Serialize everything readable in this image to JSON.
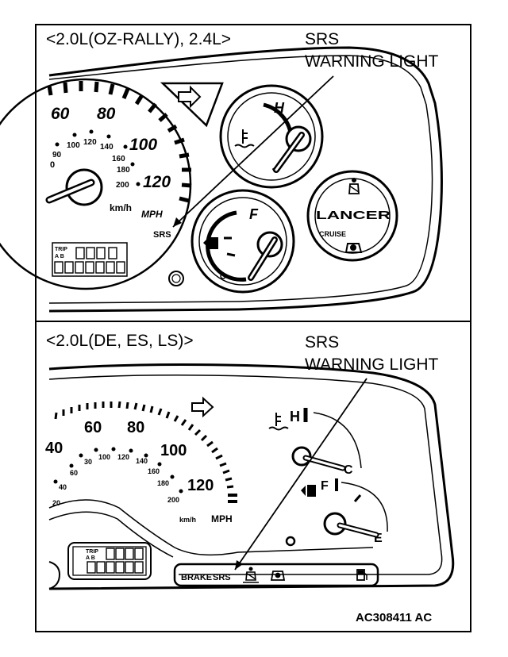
{
  "top_panel": {
    "variant": "<2.0L(OZ-RALLY), 2.4L>",
    "callout_line1": "SRS",
    "callout_line2": "WARNING LIGHT",
    "speedo_labels": [
      "60",
      "80",
      "100",
      "120",
      "90",
      "100",
      "120",
      "140",
      "160",
      "180",
      "200",
      "0",
      "km/h",
      "MPH"
    ],
    "srs_text": "SRS",
    "trip_text": "TRIP",
    "trip_ab": "A B",
    "temp_h": "H",
    "fuel_f": "F",
    "brand": "LANCER",
    "cruise": "CRUISE"
  },
  "bottom_panel": {
    "variant": "<2.0L(DE, ES, LS)>",
    "callout_line1": "SRS",
    "callout_line2": "WARNING LIGHT",
    "speedo_labels": [
      "60",
      "80",
      "100",
      "120",
      "40",
      "30",
      "100",
      "120",
      "140",
      "60",
      "160",
      "40",
      "180",
      "20",
      "200",
      "km/h",
      "MPH"
    ],
    "temp_h": "H",
    "temp_c": "C",
    "fuel_f": "F",
    "fuel_e": "E",
    "brake_text": "BRAKE",
    "srs_text": "SRS",
    "trip_text": "TRIP",
    "trip_ab": "A B"
  },
  "figure_code": "AC308411 AC"
}
